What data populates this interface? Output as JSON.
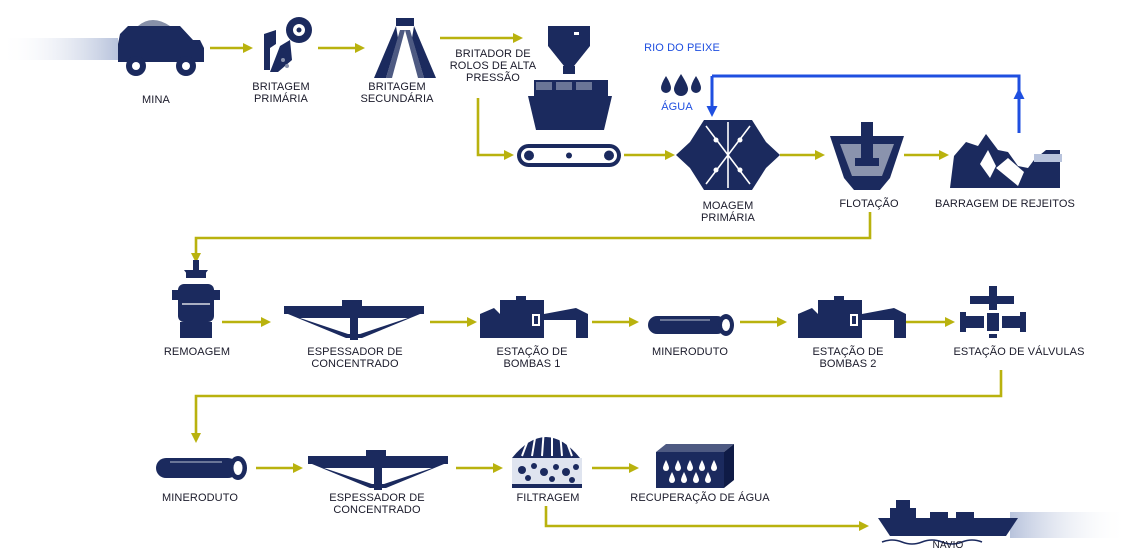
{
  "colors": {
    "icon": "#1b2a5e",
    "flow_arrow": "#b9b20e",
    "water_arrow": "#1f4fe0",
    "fade": "#c9d2e6"
  },
  "labels": {
    "mina": "MINA",
    "britagem_primaria": "BRITAGEM\nPRIMÁRIA",
    "britagem_secundaria": "BRITAGEM\nSECUNDÁRIA",
    "britador_rolos": "BRITADOR DE\nROLOS DE ALTA\nPRESSÃO",
    "rio_do_peixe": "RIO DO PEIXE",
    "agua": "ÁGUA",
    "moagem_primaria": "MOAGEM\nPRIMÁRIA",
    "flotacao": "FLOTAÇÃO",
    "barragem_rejeitos": "BARRAGEM DE REJEITOS",
    "remoagem": "REMOAGEM",
    "espessador_1": "ESPESSADOR DE\nCONCENTRADO",
    "bombas_1": "ESTAÇÃO DE\nBOMBAS 1",
    "mineroduto_1": "MINERODUTO",
    "bombas_2": "ESTAÇÃO DE\nBOMBAS 2",
    "valvulas": "ESTAÇÃO DE VÁLVULAS",
    "mineroduto_2": "MINERODUTO",
    "espessador_2": "ESPESSADOR DE\nCONCENTRADO",
    "filtragem": "FILTRAGEM",
    "recuperacao_agua": "RECUPERAÇÃO DE ÁGUA",
    "navio": "NAVIO"
  }
}
